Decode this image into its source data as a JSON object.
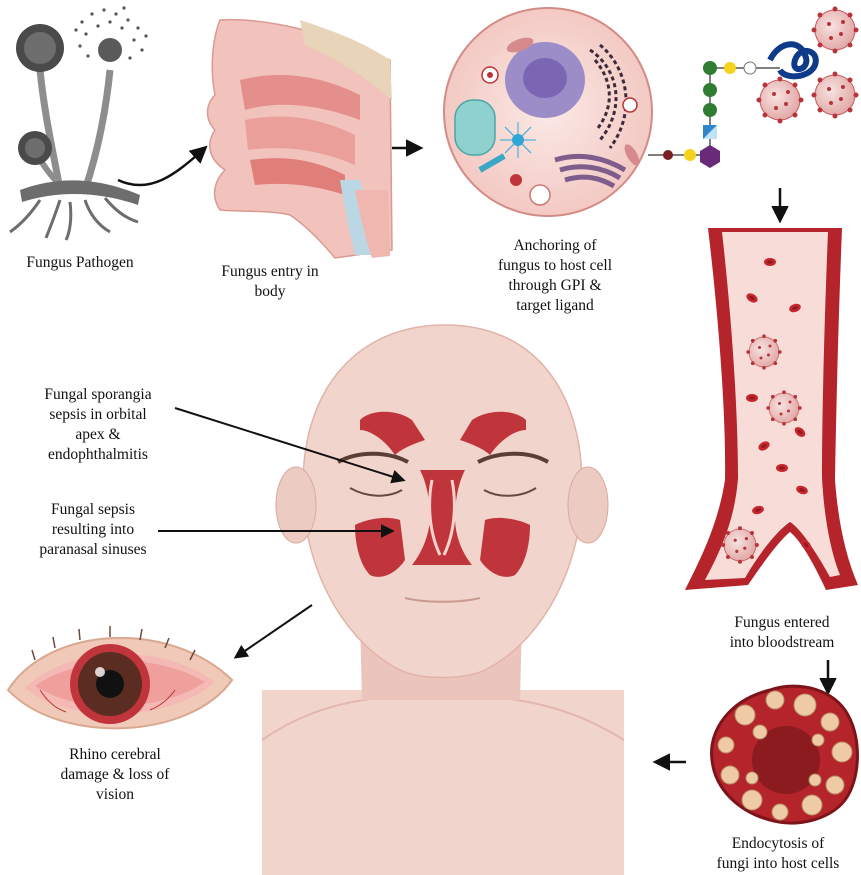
{
  "labels": {
    "fungus_pathogen": "Fungus Pathogen",
    "entry_line1": "Fungus entry in",
    "entry_line2": "body",
    "anchor_line1": "Anchoring of",
    "anchor_line2": "fungus to host cell",
    "anchor_line3": "through GPI &",
    "anchor_line4": "target ligand",
    "blood_line1": "Fungus entered",
    "blood_line2": "into bloodstream",
    "endo_line1": "Endocytosis of",
    "endo_line2": "fungi into host cells",
    "rhino_line1": "Rhino cerebral",
    "rhino_line2": "damage & loss of",
    "rhino_line3": "vision",
    "orbital_line1": "Fungal sporangia",
    "orbital_line2": "sepsis in orbital",
    "orbital_line3": "apex &",
    "orbital_line4": "endophthalmitis",
    "sinus_line1": "Fungal sepsis",
    "sinus_line2": "resulting into",
    "sinus_line3": "paranasal sinuses"
  },
  "icons": [
    "fungus-icon",
    "nasal-cavity-icon",
    "host-cell-icon",
    "gpi-anchor-icon",
    "virus-particle-icon",
    "blood-vessel-icon",
    "infected-cell-icon",
    "red-eye-icon",
    "head-with-sinuses-icon"
  ],
  "colors": {
    "tissue_pink": "#f2c3bc",
    "sinus_red": "#c0353c",
    "blood_red": "#b5232b",
    "vessel_light": "#f7dcd8",
    "skin": "#f1d4cc",
    "arrow": "#111111"
  }
}
